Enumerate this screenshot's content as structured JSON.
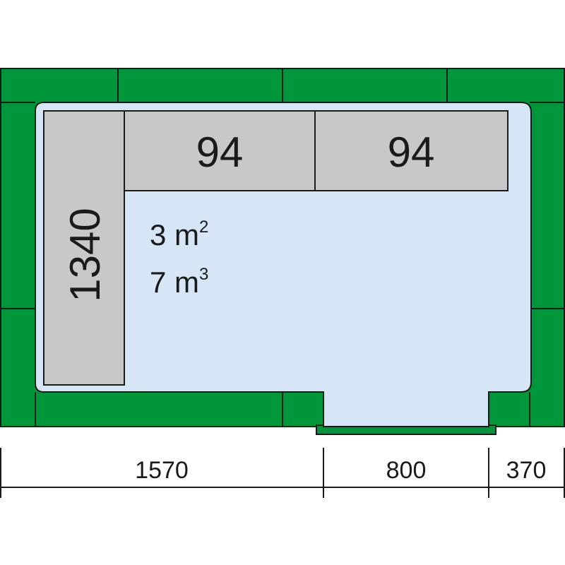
{
  "colors": {
    "wall": "#00973a",
    "wall_stroke": "#1a1a1a",
    "floor": "#d6e6f6",
    "shelf": "#c8c8c8",
    "background": "#ffffff"
  },
  "shelves": {
    "top_left_label": "94",
    "top_right_label": "94",
    "left_label": "1340"
  },
  "room": {
    "area_value": "3 m",
    "area_unit_exp": "2",
    "volume_value": "7 m",
    "volume_unit_exp": "3"
  },
  "dimensions": {
    "segment_1": "1570",
    "segment_2": "800",
    "segment_3": "370"
  }
}
